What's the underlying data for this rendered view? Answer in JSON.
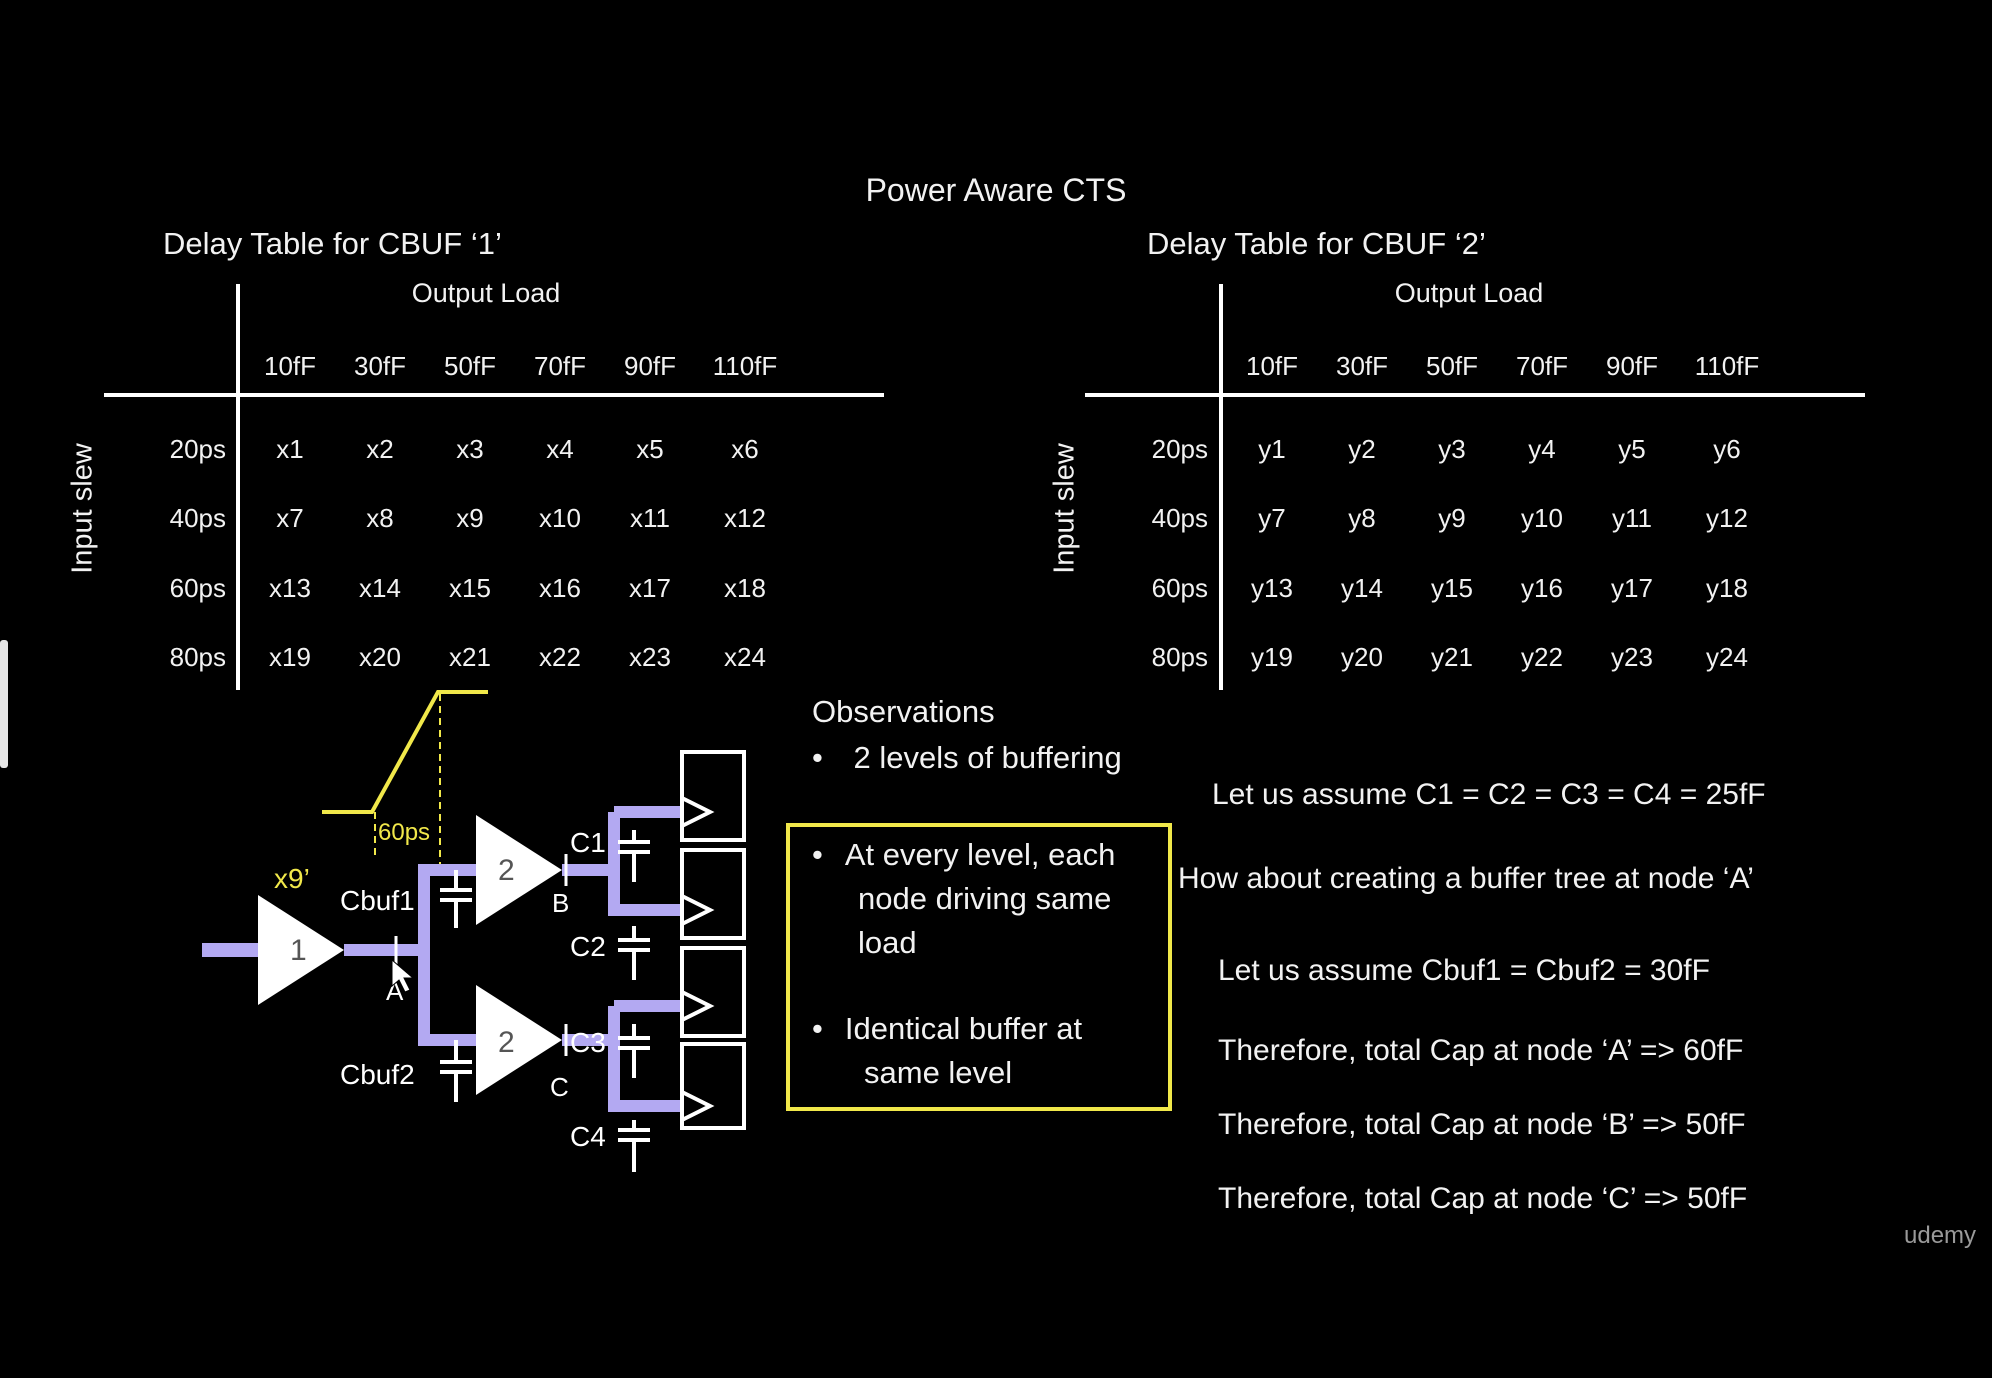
{
  "title": "Power Aware CTS",
  "table1": {
    "title": "Delay Table for CBUF ‘1’",
    "output_load_label": "Output Load",
    "input_slew_label": "Input slew",
    "columns": [
      "10fF",
      "30fF",
      "50fF",
      "70fF",
      "90fF",
      "110fF"
    ],
    "rows": [
      {
        "label": "20ps",
        "cells": [
          "x1",
          "x2",
          "x3",
          "x4",
          "x5",
          "x6"
        ]
      },
      {
        "label": "40ps",
        "cells": [
          "x7",
          "x8",
          "x9",
          "x10",
          "x11",
          "x12"
        ]
      },
      {
        "label": "60ps",
        "cells": [
          "x13",
          "x14",
          "x15",
          "x16",
          "x17",
          "x18"
        ]
      },
      {
        "label": "80ps",
        "cells": [
          "x19",
          "x20",
          "x21",
          "x22",
          "x23",
          "x24"
        ]
      }
    ]
  },
  "table2": {
    "title": "Delay Table for CBUF ‘2’",
    "output_load_label": "Output Load",
    "input_slew_label": "Input slew",
    "columns": [
      "10fF",
      "30fF",
      "50fF",
      "70fF",
      "90fF",
      "110fF"
    ],
    "rows": [
      {
        "label": "20ps",
        "cells": [
          "y1",
          "y2",
          "y3",
          "y4",
          "y5",
          "y6"
        ]
      },
      {
        "label": "40ps",
        "cells": [
          "y7",
          "y8",
          "y9",
          "y10",
          "y11",
          "y12"
        ]
      },
      {
        "label": "60ps",
        "cells": [
          "y13",
          "y14",
          "y15",
          "y16",
          "y17",
          "y18"
        ]
      },
      {
        "label": "80ps",
        "cells": [
          "y19",
          "y20",
          "y21",
          "y22",
          "y23",
          "y24"
        ]
      }
    ]
  },
  "circuit": {
    "x9_label": "x9’",
    "slew_label": "60ps",
    "buf1_label": "1",
    "buf2_label": "2",
    "buf3_label": "2",
    "cbuf1": "Cbuf1",
    "cbuf2": "Cbuf2",
    "node_a": "A",
    "node_b": "B",
    "node_c": "C",
    "c1": "C1",
    "c2": "C2",
    "c3": "C3",
    "c4": "C4",
    "colors": {
      "wire": "#b3a9f2",
      "highlight": "#f1e84a",
      "line": "#ffffff"
    }
  },
  "observations": {
    "title": "Observations",
    "item1": "2 levels of buffering",
    "boxed_item1_line1": "At every level, each",
    "boxed_item1_line2": "node driving same",
    "boxed_item1_line3": "load",
    "boxed_item2_line1": "Identical buffer at",
    "boxed_item2_line2": "same level",
    "bullet": "•"
  },
  "equations": {
    "e1": "Let us assume C1 = C2 = C3 = C4 = 25fF",
    "e2": "How about creating a buffer tree at node ‘A’",
    "e3": "Let us assume Cbuf1 = Cbuf2 = 30fF",
    "e4": "Therefore, total Cap at node ‘A’  => 60fF",
    "e5": "Therefore, total Cap at node ‘B’  => 50fF",
    "e6": "Therefore, total Cap at node ‘C’  => 50fF"
  },
  "watermark": "udemy"
}
